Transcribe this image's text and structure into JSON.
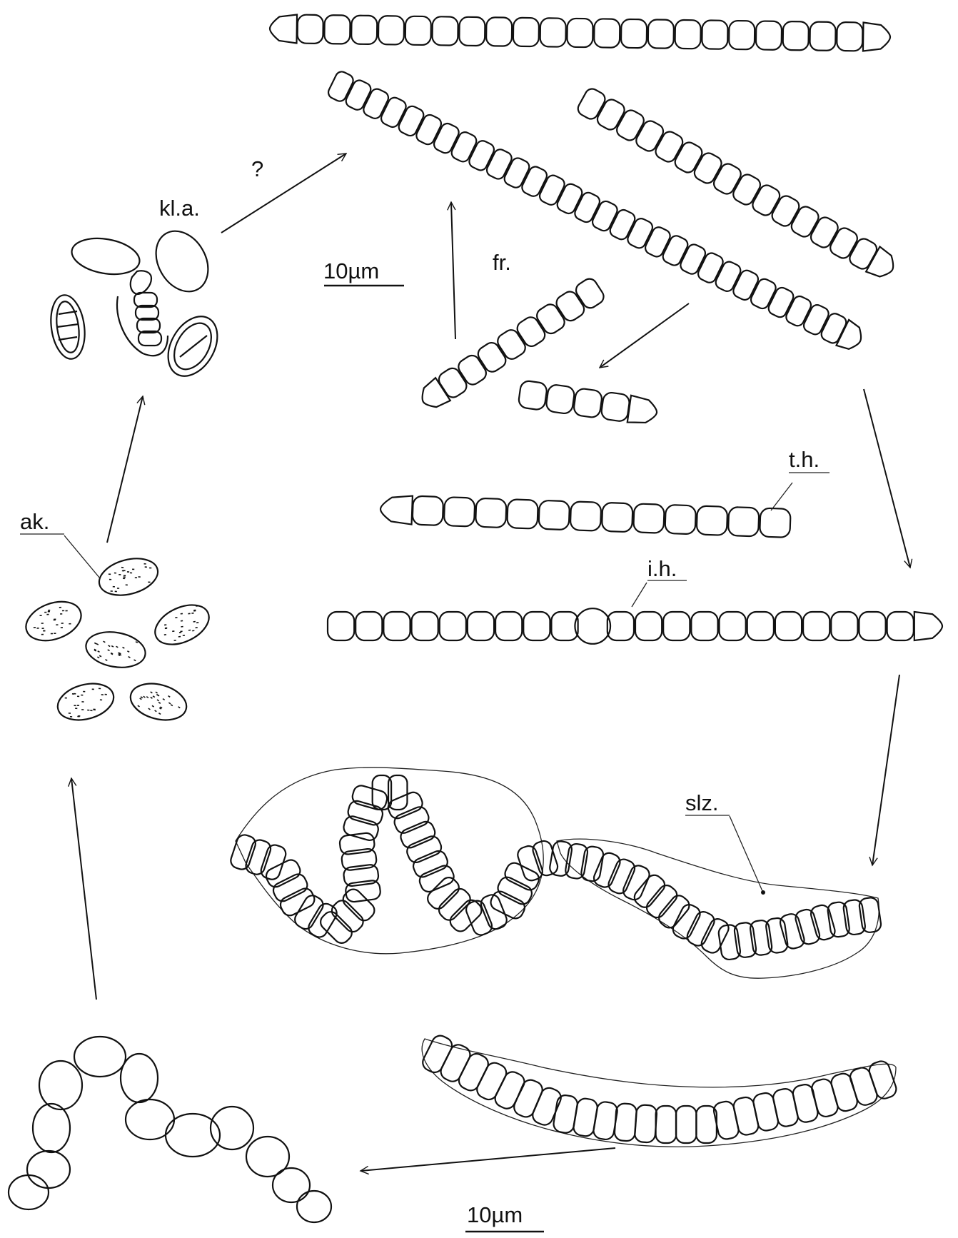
{
  "labels": {
    "question": "?",
    "kla": "kl.a.",
    "scale_top": "10µm",
    "fr": "fr.",
    "th": "t.h.",
    "ih": "i.h.",
    "ak": "ak.",
    "slz": "slz.",
    "scale_bottom": "10µm"
  },
  "colors": {
    "ink": "#111111",
    "background": "#ffffff"
  }
}
